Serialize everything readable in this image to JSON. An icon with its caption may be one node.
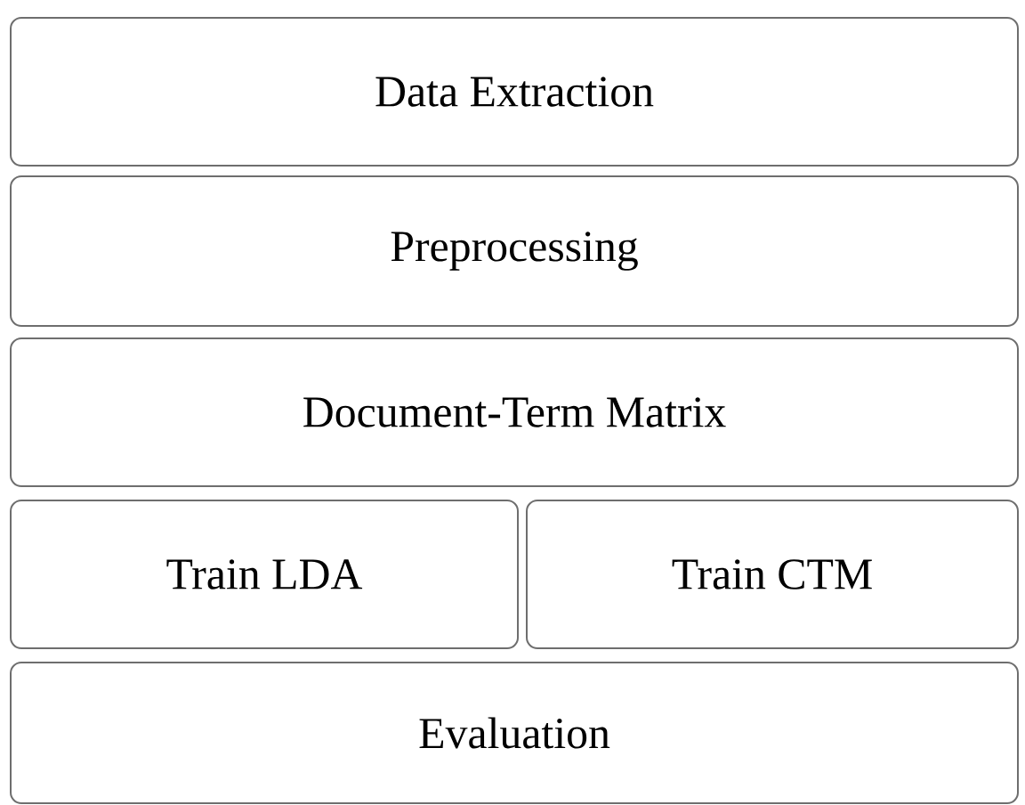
{
  "diagram": {
    "nodes": [
      {
        "text": [
          "Data Extraction"
        ]
      },
      {
        "text": [
          "Preprocessing"
        ]
      },
      {
        "text": [
          "Document-Term Matrix"
        ]
      },
      {
        "text": [
          "Train LDA"
        ]
      },
      {
        "text": [
          "Train CTM"
        ]
      },
      {
        "text": [
          "Evaluation"
        ]
      }
    ]
  }
}
